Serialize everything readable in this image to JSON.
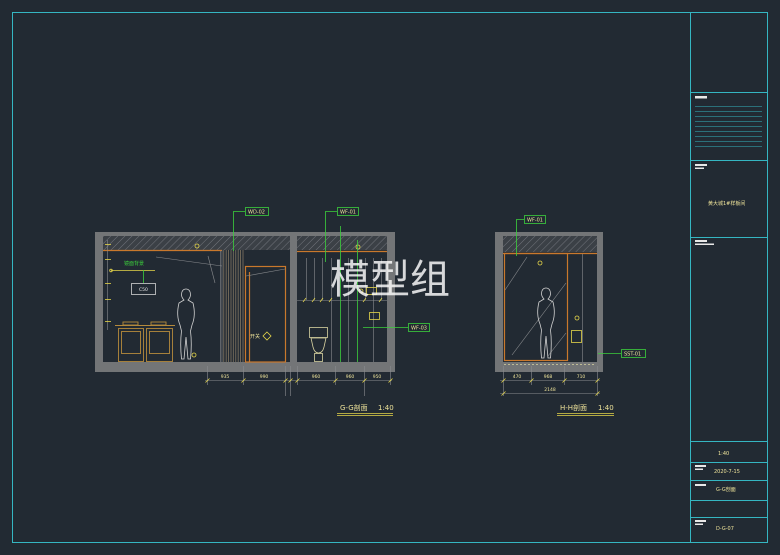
{
  "watermark": "模型组",
  "colors": {
    "frame": "#35b6c2",
    "text": "#eee39a",
    "accent": "#c9782c",
    "leader": "#3ccf3c"
  },
  "title_block": {
    "project_name": "黄大城1#样板间",
    "scale": "1:40",
    "date": "2020-7-15",
    "drawing_name": "G-G剖面",
    "drawing_number": "D-G-07"
  },
  "section_gg": {
    "title": "G-G剖面",
    "scale": "1:40",
    "tags": {
      "top_left": "WD-02",
      "top_right": "WF-01",
      "side": "WF-03"
    },
    "notes": {
      "mirror": "镜面背景",
      "mirror_code": "C50",
      "switch": "开关"
    },
    "dimensions": [
      "935",
      "990",
      "960",
      "960",
      "950"
    ]
  },
  "section_hh": {
    "title": "H-H剖面",
    "scale": "1:40",
    "tags": {
      "top": "WF-01",
      "side": "SST-01"
    },
    "dimensions": [
      "470",
      "968",
      "710"
    ],
    "total": "2148"
  }
}
